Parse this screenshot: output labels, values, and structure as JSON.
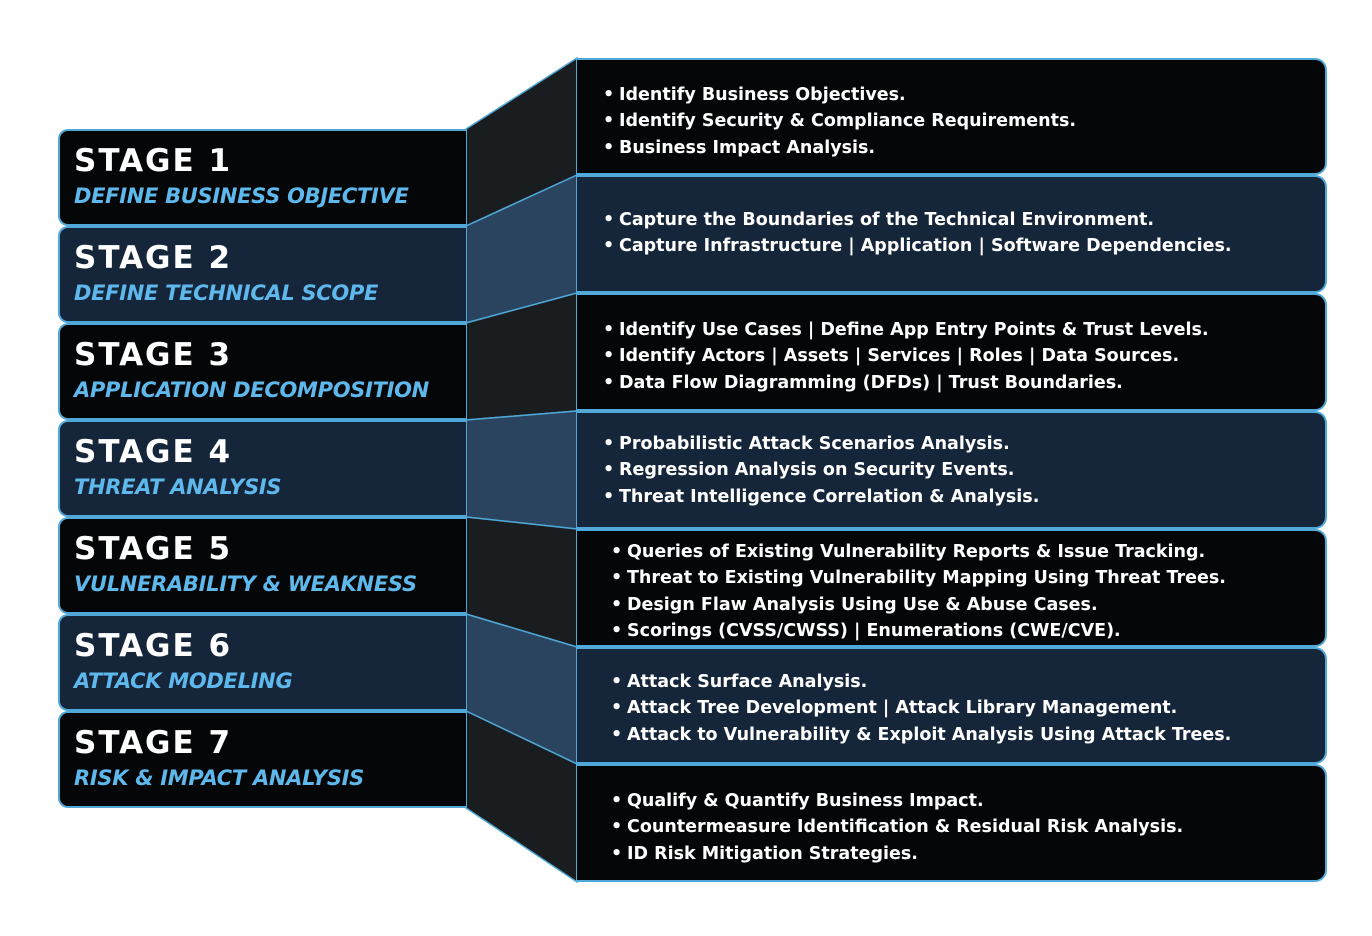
{
  "stages": [
    {
      "title": "STAGE 1",
      "subtitle": "DEFINE BUSINESS OBJECTIVE"
    },
    {
      "title": "STAGE 2",
      "subtitle": "DEFINE TECHNICAL SCOPE"
    },
    {
      "title": "STAGE 3",
      "subtitle": "APPLICATION DECOMPOSITION"
    },
    {
      "title": "STAGE 4",
      "subtitle": "THREAT ANALYSIS"
    },
    {
      "title": "STAGE 5",
      "subtitle": "VULNERABILITY & WEAKNESS"
    },
    {
      "title": "STAGE 6",
      "subtitle": "ATTACK MODELING"
    },
    {
      "title": "STAGE 7",
      "subtitle": "RISK & IMPACT ANALYSIS"
    }
  ],
  "details": [
    {
      "items": [
        "Identify Business Objectives.",
        "Identify Security & Compliance Requirements.",
        "Business Impact Analysis."
      ]
    },
    {
      "items": [
        "Capture the Boundaries of the Technical Environment.",
        "Capture Infrastructure | Application | Software Dependencies."
      ]
    },
    {
      "items": [
        "Identify Use Cases | Define App Entry Points & Trust Levels.",
        "Identify Actors | Assets | Services | Roles | Data Sources.",
        "Data Flow Diagramming (DFDs) | Trust Boundaries."
      ]
    },
    {
      "items": [
        "Probabilistic Attack Scenarios Analysis.",
        "Regression Analysis on Security Events.",
        "Threat Intelligence Correlation & Analysis."
      ]
    },
    {
      "items": [
        "Queries of Existing Vulnerability Reports & Issue Tracking.",
        "Threat to Existing Vulnerability Mapping Using Threat Trees.",
        "Design Flaw Analysis Using Use & Abuse Cases.",
        "Scorings (CVSS/CWSS) | Enumerations (CWE/CVE)."
      ]
    },
    {
      "items": [
        "Attack Surface Analysis.",
        "Attack Tree Development | Attack Library Management.",
        "Attack to Vulnerability & Exploit Analysis Using Attack Trees."
      ]
    },
    {
      "items": [
        "Qualify & Quantify Business Impact.",
        "Countermeasure Identification & Residual Risk Analysis.",
        "ID Risk Mitigation Strategies."
      ]
    }
  ],
  "colors": {
    "dark": "#050607",
    "navy": "#16263a",
    "accent": "#4fa8d8",
    "subtitle": "#5fb8ec"
  }
}
